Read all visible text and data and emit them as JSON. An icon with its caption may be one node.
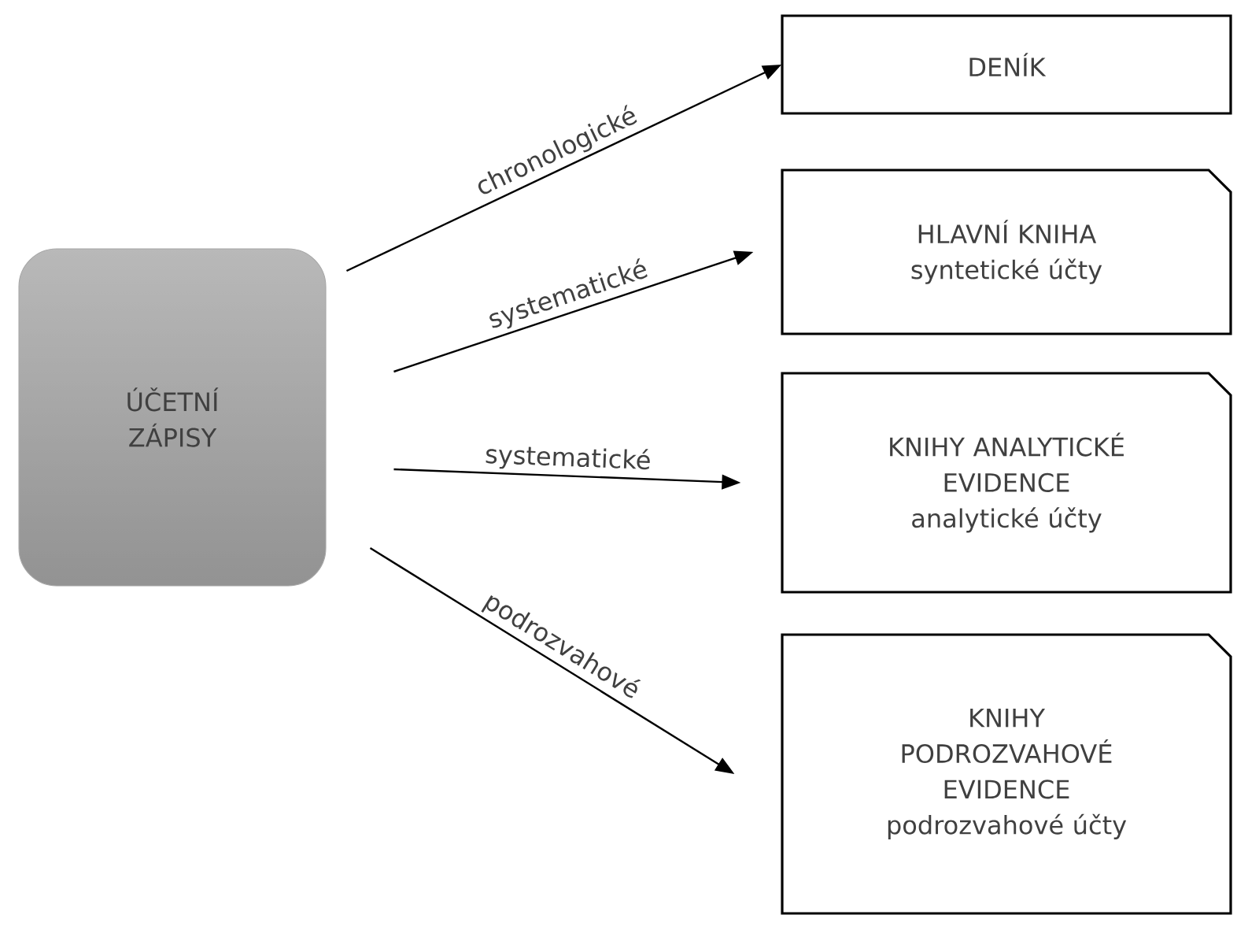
{
  "diagram": {
    "nodes": [
      {
        "text": [
          "ÚČETNÍ ZÁPISY"
        ]
      },
      {
        "text": [
          "DENÍK"
        ]
      },
      {
        "text": [
          "HLAVNÍ KNIHA",
          "syntetické účty"
        ]
      },
      {
        "text": [
          "KNIHY ANALYTICKÉ EVIDENCE",
          "analytické účty"
        ]
      },
      {
        "text": [
          "KNIHY PODROZVAHOVÉ EVIDENCE",
          "podrozvahové účty"
        ]
      }
    ],
    "edges": [
      {
        "from": 0,
        "to": 1,
        "arrow": "to",
        "label": "chronologické"
      },
      {
        "from": 0,
        "to": 2,
        "arrow": "to",
        "label": "systematické"
      },
      {
        "from": 0,
        "to": 3,
        "arrow": "to",
        "label": "systematické"
      },
      {
        "from": 0,
        "to": 4,
        "arrow": "to",
        "label": "podrozvahové"
      }
    ]
  }
}
